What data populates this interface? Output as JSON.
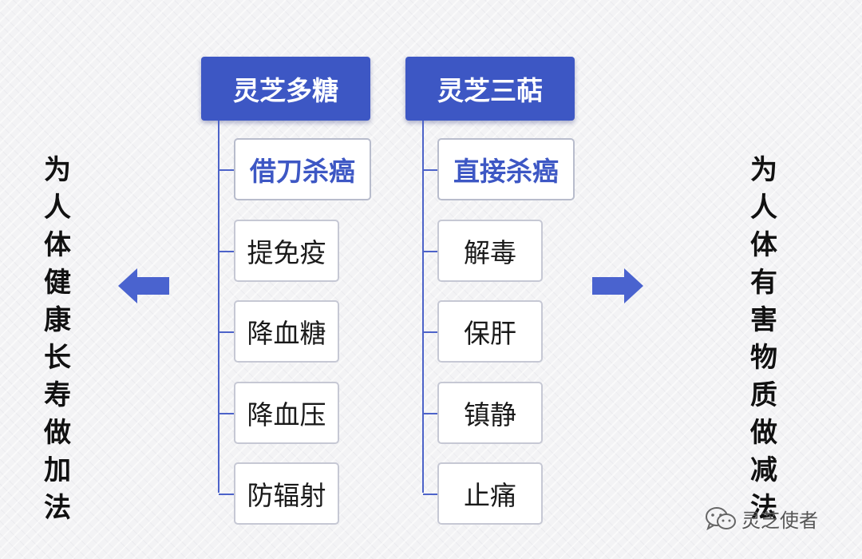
{
  "left_column": {
    "header": "灵芝多糖",
    "items": [
      {
        "label": "借刀杀癌",
        "emphasis": true
      },
      {
        "label": "提免疫",
        "emphasis": false
      },
      {
        "label": "降血糖",
        "emphasis": false
      },
      {
        "label": "降血压",
        "emphasis": false
      },
      {
        "label": "防辐射",
        "emphasis": false
      }
    ]
  },
  "right_column": {
    "header": "灵芝三萜",
    "items": [
      {
        "label": "直接杀癌",
        "emphasis": true
      },
      {
        "label": "解毒",
        "emphasis": false
      },
      {
        "label": "保肝",
        "emphasis": false
      },
      {
        "label": "镇静",
        "emphasis": false
      },
      {
        "label": "止痛",
        "emphasis": false
      }
    ]
  },
  "left_caption": "为人体健康长寿做加法",
  "right_caption": "为人体有害物质做减法",
  "watermark": "灵芝使者",
  "colors": {
    "header_bg": "#3d57c4",
    "connector": "#4d63c9",
    "arrow": "#4a63cf",
    "emphasis_text": "#3d57c4"
  },
  "icons": {
    "left_arrow": "arrow-left-icon",
    "right_arrow": "arrow-right-icon",
    "watermark_logo": "wechat-icon"
  }
}
